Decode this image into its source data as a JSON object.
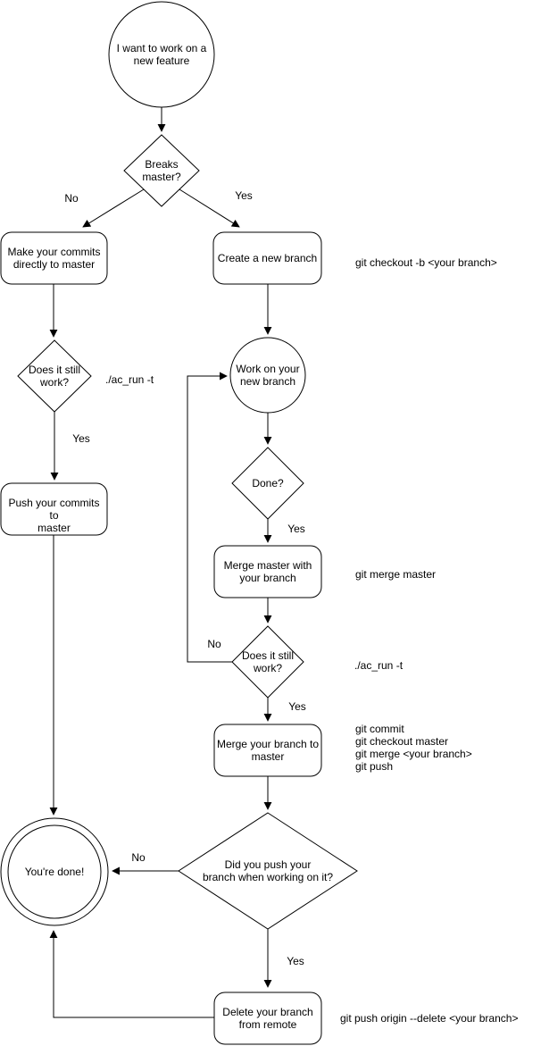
{
  "nodes": {
    "start": "I want to work on a\nnew feature",
    "breaks_master": "Breaks\nmaster?",
    "make_commits": "Make your commits\ndirectly to master",
    "create_branch": "Create a new branch",
    "still_work_left": "Does it still\nwork?",
    "push_commits": "Push your commits to\nmaster",
    "work_branch": "Work on your\nnew branch",
    "done_check": "Done?",
    "merge_master": "Merge master with\nyour branch",
    "still_work_mid": "Does it still\nwork?",
    "merge_branch": "Merge your branch to\nmaster",
    "did_push": "Did you push your\nbranch when working on it?",
    "youre_done": "You're done!",
    "delete_remote": "Delete your branch\nfrom remote"
  },
  "edge_labels": {
    "breaks_no": "No",
    "breaks_yes": "Yes",
    "still_work_left_yes": "Yes",
    "done_yes": "Yes",
    "still_work_mid_no": "No",
    "still_work_mid_yes": "Yes",
    "did_push_no": "No",
    "did_push_yes": "Yes"
  },
  "annotations": {
    "checkout_branch": "git checkout -b <your branch>",
    "ac_run_left": "./ac_run -t",
    "merge_master_cmd": "git merge master",
    "ac_run_mid": "./ac_run -t",
    "merge_branch_cmds": "git commit\ngit checkout master\ngit merge <your branch>\ngit push",
    "delete_remote_cmd": "git push origin --delete <your branch>"
  },
  "colors": {
    "stroke": "#000000",
    "fill": "#ffffff",
    "text": "#000000",
    "background": "#ffffff"
  }
}
